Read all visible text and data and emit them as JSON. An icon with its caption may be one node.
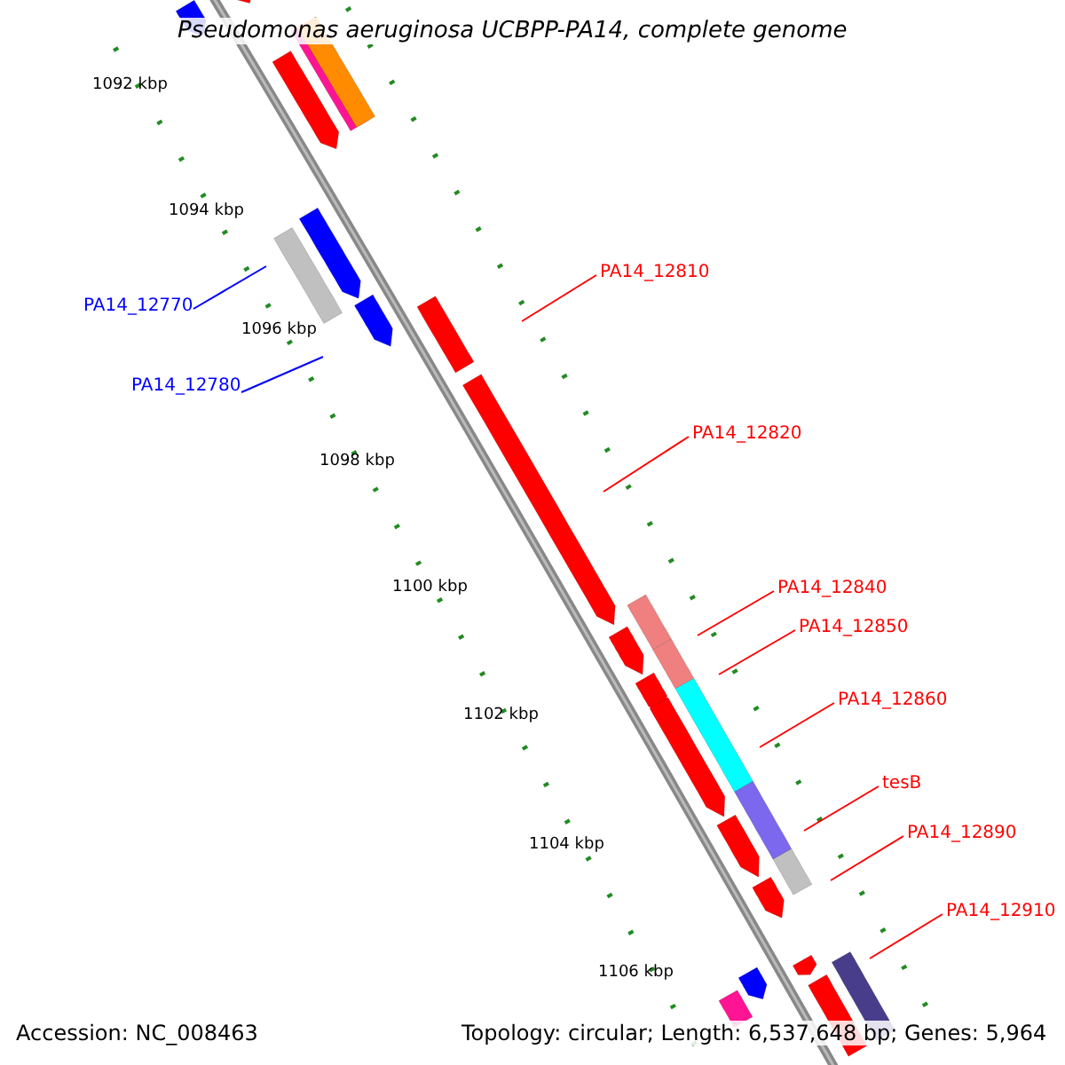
{
  "diagram": {
    "title": "Pseudomonas aeruginosa UCBPP-PA14, complete genome",
    "nodes": [
      {
        "text": [
          "PA14_12770"
        ]
      },
      {
        "text": [
          "PA14_12780"
        ]
      },
      {
        "text": [
          "PA14_12810"
        ]
      },
      {
        "text": [
          "PA14_12820"
        ]
      },
      {
        "text": [
          "PA14_12840"
        ]
      },
      {
        "text": [
          "PA14_12850"
        ]
      },
      {
        "text": [
          "PA14_12860"
        ]
      },
      {
        "text": [
          "tesB"
        ]
      },
      {
        "text": [
          "PA14_12890"
        ]
      },
      {
        "text": [
          "PA14_12910"
        ]
      }
    ],
    "edges": [
      {
        "from": 0,
        "to": null,
        "arrow": "none",
        "color": "#0000ff"
      },
      {
        "from": 1,
        "to": null,
        "arrow": "none",
        "color": "#0000ff"
      },
      {
        "from": 2,
        "to": null,
        "arrow": "none",
        "color": "#ff0000"
      },
      {
        "from": 3,
        "to": null,
        "arrow": "none",
        "color": "#ff0000"
      },
      {
        "from": 4,
        "to": null,
        "arrow": "none",
        "color": "#ff0000"
      },
      {
        "from": 5,
        "to": null,
        "arrow": "none",
        "color": "#ff0000"
      },
      {
        "from": 6,
        "to": null,
        "arrow": "none",
        "color": "#ff0000"
      },
      {
        "from": 7,
        "to": null,
        "arrow": "none",
        "color": "#ff0000"
      },
      {
        "from": 8,
        "to": null,
        "arrow": "none",
        "color": "#ff0000"
      },
      {
        "from": 9,
        "to": null,
        "arrow": "none",
        "color": "#ff0000"
      }
    ],
    "labels": [
      "1092 kbp",
      "1094 kbp",
      "1096 kbp",
      "1098 kbp",
      "1100 kbp",
      "1102 kbp",
      "1104 kbp",
      "1106 kbp",
      "Accession: NC_008463",
      "Topology: circular; Length: 6,537,648 bp; Genes: 5,964"
    ]
  }
}
